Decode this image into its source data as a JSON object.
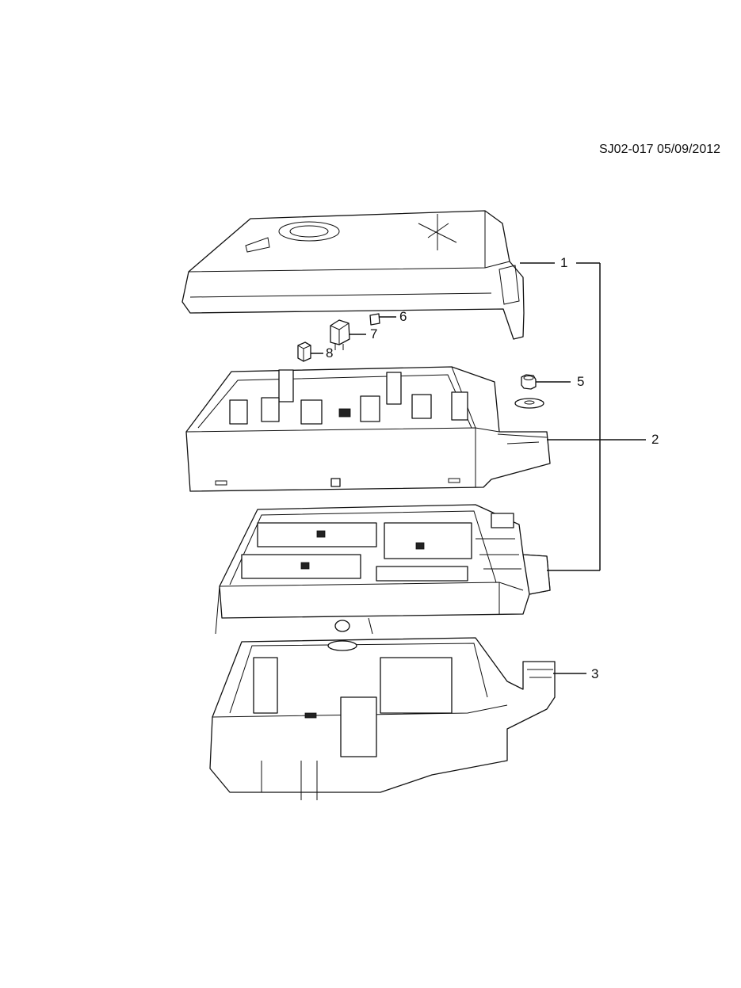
{
  "drawing_code": "SJ02-017 05/09/2012",
  "callouts": {
    "c1": "1",
    "c2": "2",
    "c3": "3",
    "c5": "5",
    "c6": "6",
    "c7": "7",
    "c8": "8"
  }
}
